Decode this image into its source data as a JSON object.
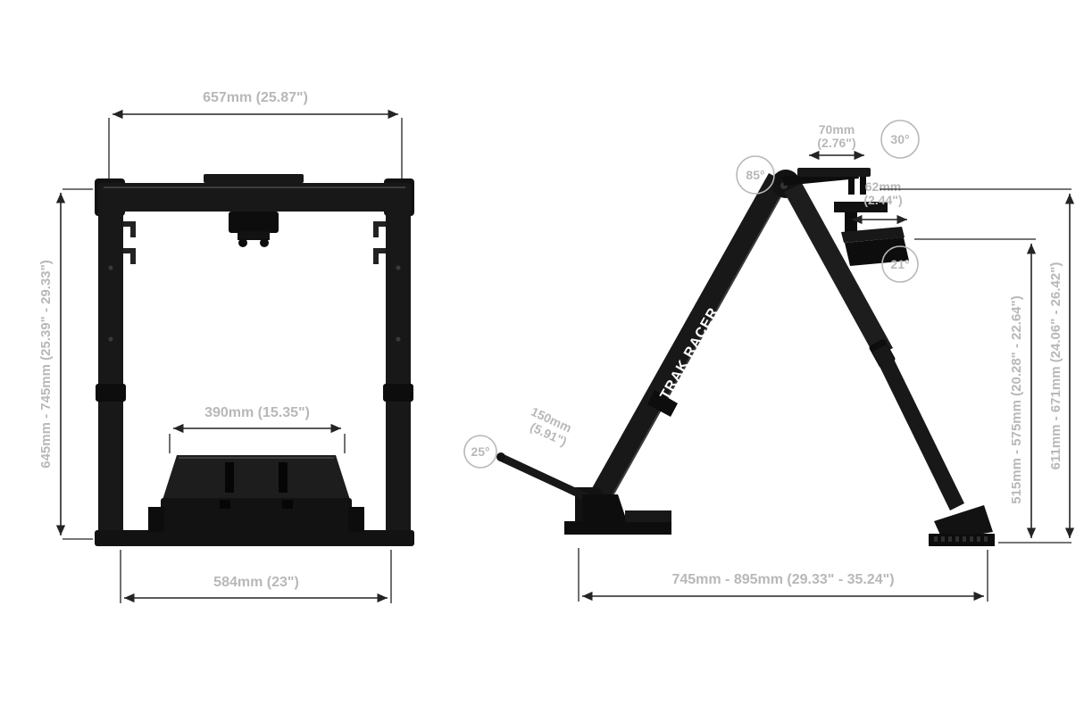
{
  "front": {
    "top_width": "657mm (25.87\")",
    "height_range": "645mm - 745mm (25.39\" - 29.33\")",
    "pedal_plate_width": "390mm (15.35\")",
    "base_width": "584mm (23\")"
  },
  "side": {
    "brand": "TRAK RACER",
    "wheel_plate_len_mm": "70mm",
    "wheel_plate_len_in": "(2.76\")",
    "wheel_plate_angle": "30°",
    "apex_angle": "85°",
    "bracket_offset_mm": "62mm",
    "bracket_offset_in": "(2.44\")",
    "deck_angle": "21°",
    "outer_height_range": "611mm - 671mm (24.06\" - 26.42\")",
    "inner_height_range": "515mm - 575mm (20.28\" - 22.64\")",
    "pedal_arm_mm": "150mm",
    "pedal_arm_in": "(5.91\")",
    "pedal_angle": "25°",
    "depth_range": "745mm - 895mm (29.33\" - 35.24\")"
  },
  "colors": {
    "frame": "#181818",
    "dimension_line": "#242424",
    "label_text": "#b8b8b8",
    "brand_text": "#ffffff"
  }
}
